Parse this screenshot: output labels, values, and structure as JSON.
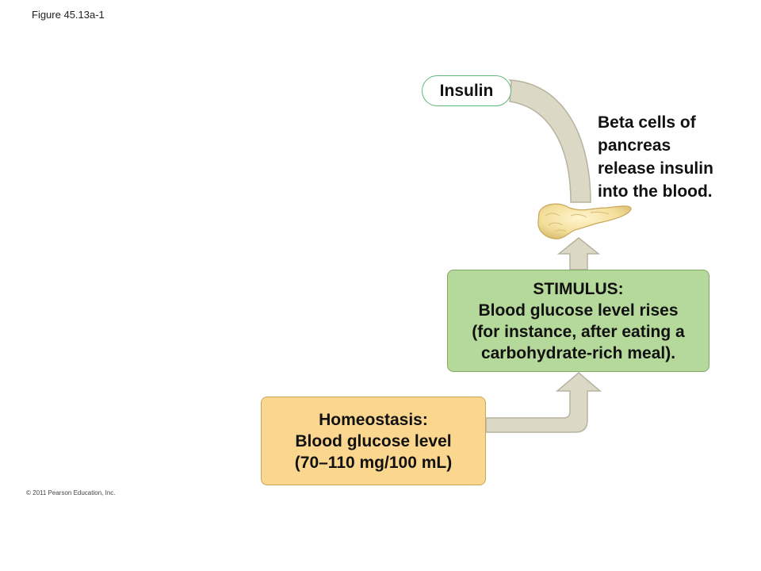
{
  "figure_label": "Figure 45.13a-1",
  "copyright": "© 2011 Pearson Education, Inc.",
  "insulin_label": "Insulin",
  "beta_cells_text": "Beta cells of\npancreas\nrelease insulin\ninto the blood.",
  "stimulus": {
    "title": "STIMULUS:",
    "line1": "Blood glucose level rises",
    "line2": "(for instance, after eating a",
    "line3": "carbohydrate-rich meal)."
  },
  "homeostasis": {
    "title": "Homeostasis:",
    "line1": "Blood glucose level",
    "line2": "(70–110 mg/100 mL)"
  },
  "colors": {
    "stimulus_fill": "#b5d99a",
    "homeostasis_fill": "#fbd68e",
    "arrow_fill": "#dcd8c6",
    "insulin_border": "#5cb87a"
  }
}
